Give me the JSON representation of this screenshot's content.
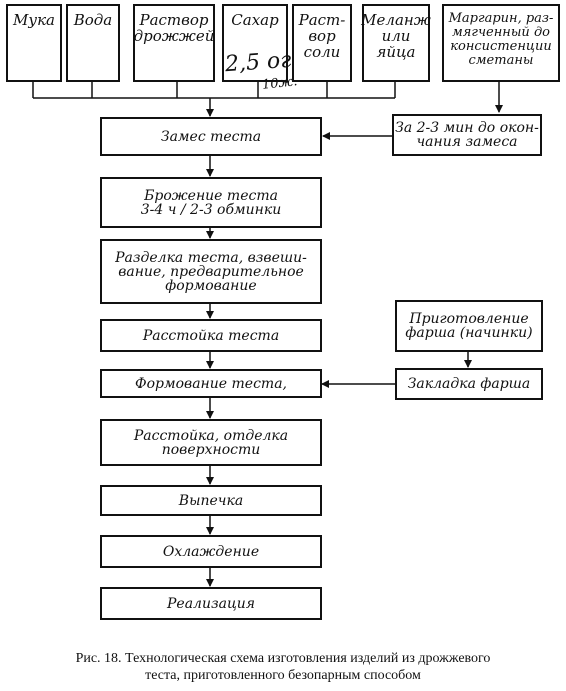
{
  "inputs": {
    "flour": [
      "Мука"
    ],
    "water": [
      "Вода"
    ],
    "yeast": [
      "Раствор",
      "дрожжей"
    ],
    "sugar": [
      "Сахар"
    ],
    "salt": [
      "Раст-",
      "вор",
      "соли"
    ],
    "eggs": [
      "Меланж",
      "или",
      "яйца"
    ],
    "margarine": [
      "Маргарин, раз-",
      "мягченный до",
      "консистенции",
      "сметаны"
    ]
  },
  "side_steps": {
    "margarine_timing": [
      "За 2-3 мин до окон-",
      "чания замеса"
    ],
    "filling_prep": [
      "Приготовление",
      "фарша (начинки)"
    ],
    "filling_insert": [
      "Закладка фарша"
    ]
  },
  "steps": {
    "kneading": [
      "Замес теста"
    ],
    "fermentation": [
      "Брожение теста",
      "3-4 ч / 2-3 обминки"
    ],
    "cutting": [
      "Разделка теста, взвеши-",
      "вание, предварительное",
      "формование"
    ],
    "proofing1": [
      "Расстойка теста"
    ],
    "shaping": [
      "Формование теста,"
    ],
    "proofing2": [
      "Расстойка, отделка",
      "поверхности"
    ],
    "baking": [
      "Выпечка"
    ],
    "cooling": [
      "Охлаждение"
    ],
    "selling": [
      "Реализация"
    ]
  },
  "handwritten_note": {
    "sugar_amount": "2,5 ог",
    "sugar_unit": "10ж."
  },
  "caption": [
    "Рис. 18. Технологическая схема изготовления изделий из дрожжевого",
    "теста, приготовленного безопарным способом"
  ]
}
